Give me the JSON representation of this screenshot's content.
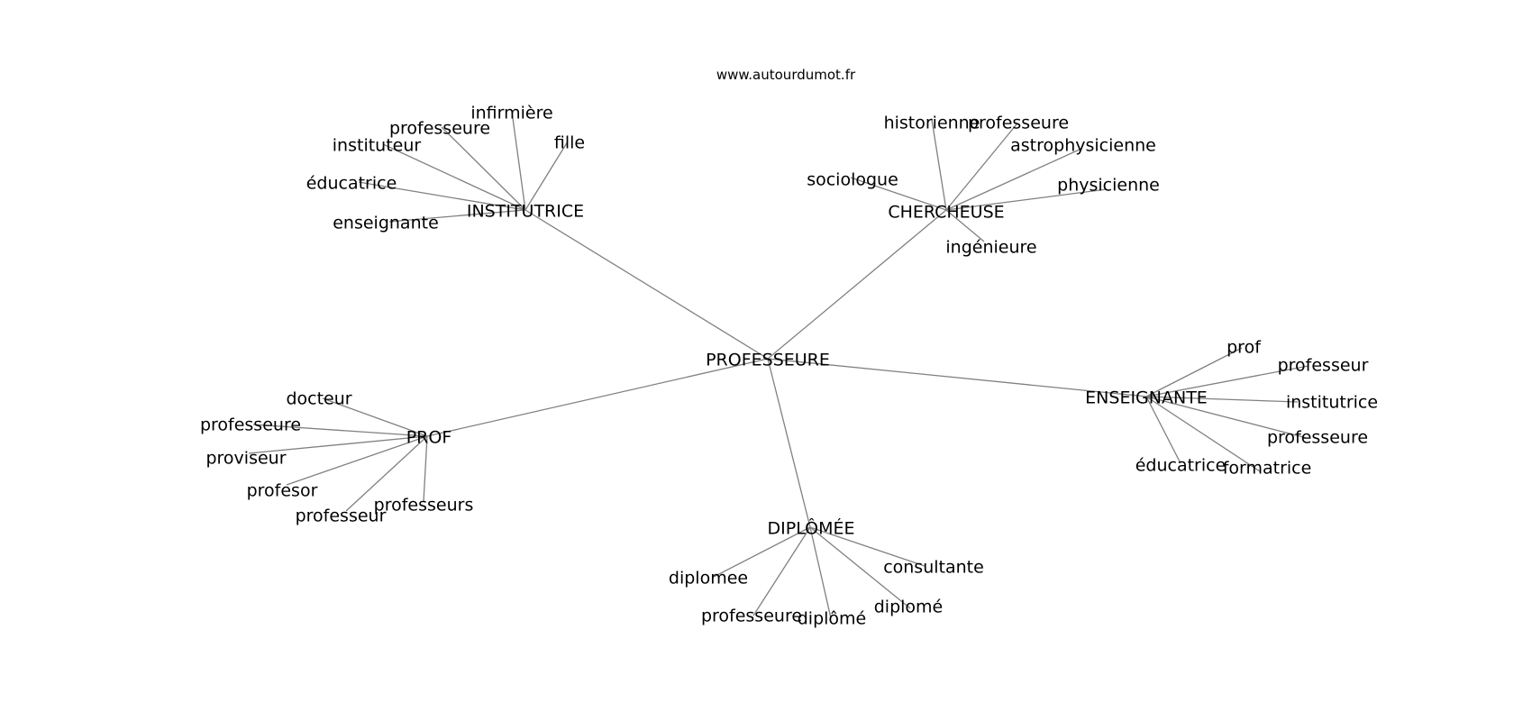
{
  "site": "www.autourdumot.fr",
  "root": "PROFESSEURE",
  "clusters": [
    {
      "hub": "INSTITUTRICE",
      "leaves": [
        "infirmière",
        "professeure",
        "fille",
        "instituteur",
        "éducatrice",
        "enseignante"
      ]
    },
    {
      "hub": "CHERCHEUSE",
      "leaves": [
        "historienne",
        "professeure",
        "astrophysicienne",
        "sociologue",
        "physicienne",
        "ingénieure"
      ]
    },
    {
      "hub": "PROF",
      "leaves": [
        "docteur",
        "professeure",
        "proviseur",
        "profesor",
        "professeur",
        "professeurs"
      ]
    },
    {
      "hub": "ENSEIGNANTE",
      "leaves": [
        "prof",
        "professeur",
        "institutrice",
        "professeure",
        "éducatrice",
        "formatrice"
      ]
    },
    {
      "hub": "DIPLÔMÉE",
      "leaves": [
        "consultante",
        "diplomee",
        "diplomé",
        "professeure",
        "diplômé"
      ]
    }
  ]
}
